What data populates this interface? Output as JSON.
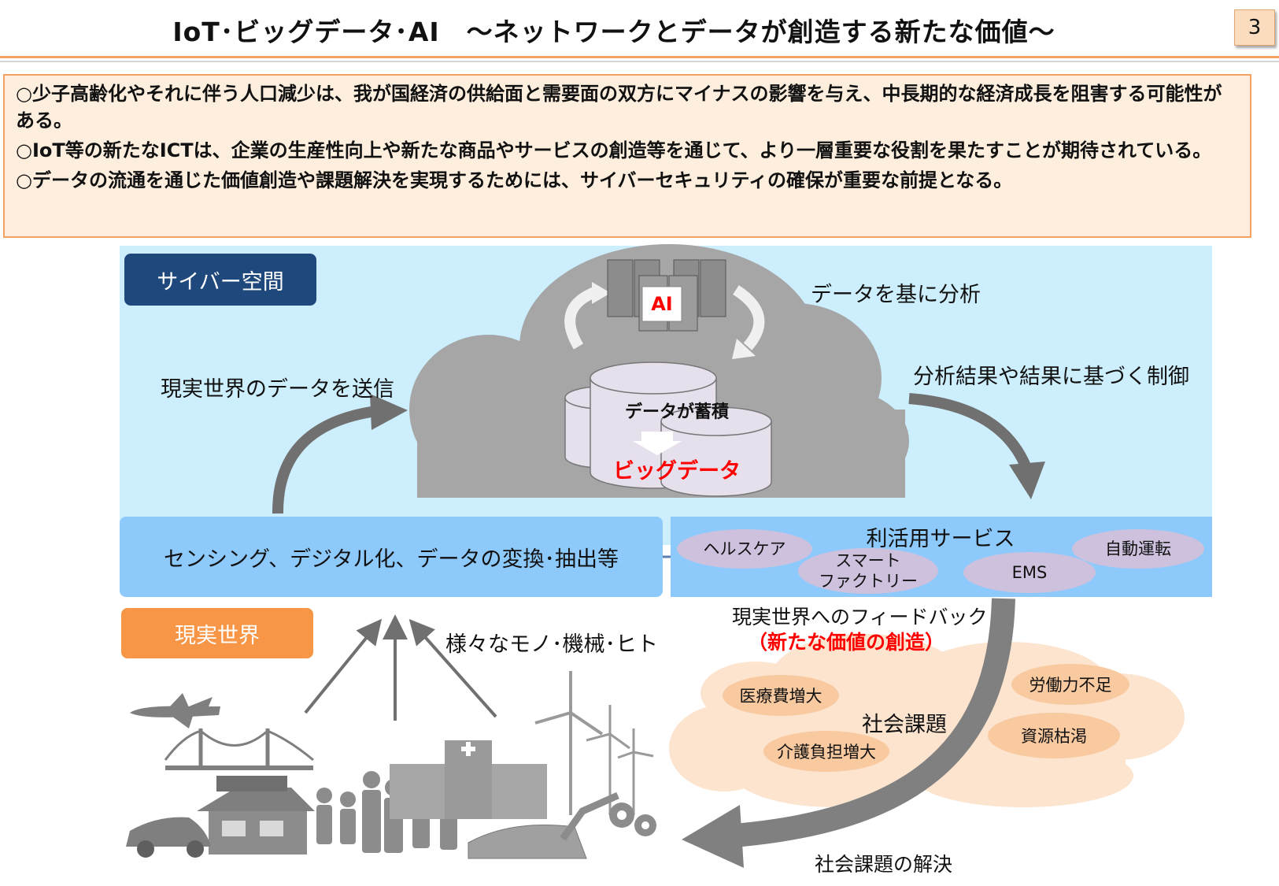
{
  "header": {
    "title": "IoT･ビッグデータ･AI　～ネットワークとデータが創造する新たな価値～",
    "page_number": "3"
  },
  "summary": [
    "○少子高齢化やそれに伴う人口減少は、我が国経済の供給面と需要面の双方にマイナスの影響を与え、中長期的な経済成長を阻害する可能性がある。",
    "○IoT等の新たなICTは、企業の生産性向上や新たな商品やサービスの創造等を通じて、より一層重要な役割を果たすことが期待されている。",
    "○データの流通を通じた価値創造や課題解決を実現するためには、サイバーセキュリティの確保が重要な前提となる。"
  ],
  "diagram": {
    "cyber_label": "サイバー空間",
    "real_label": "現実世界",
    "analyze": "データを基に分析",
    "send": "現実世界のデータを送信",
    "control": "分析結果や結果に基づく制御",
    "ai": "AI",
    "accumulate": "データが蓄積",
    "bigdata": "ビッグデータ",
    "sensing": "センシング、デジタル化、データの変換･抽出等",
    "services_title": "利活用サービス",
    "services": [
      "ヘルスケア",
      "スマート\nファクトリー",
      "EMS",
      "自動運転"
    ],
    "things": "様々なモノ･機械･ヒト",
    "feedback": "現実世界へのフィードバック",
    "new_value": "（新たな価値の創造）",
    "social_issues_title": "社会課題",
    "social_issues": [
      "医療費増大",
      "労働力不足",
      "介護負担増大",
      "資源枯渇"
    ],
    "resolution": "社会課題の解決",
    "colors": {
      "cyber_bg": "#cdeefc",
      "cyber_label": "#1f497d",
      "real_label": "#f79646",
      "block_blue": "#8ec9fb",
      "service_oval": "#cdc1de",
      "issue_oval": "#f9c9a0",
      "highlight_red": "#ff0000"
    }
  }
}
